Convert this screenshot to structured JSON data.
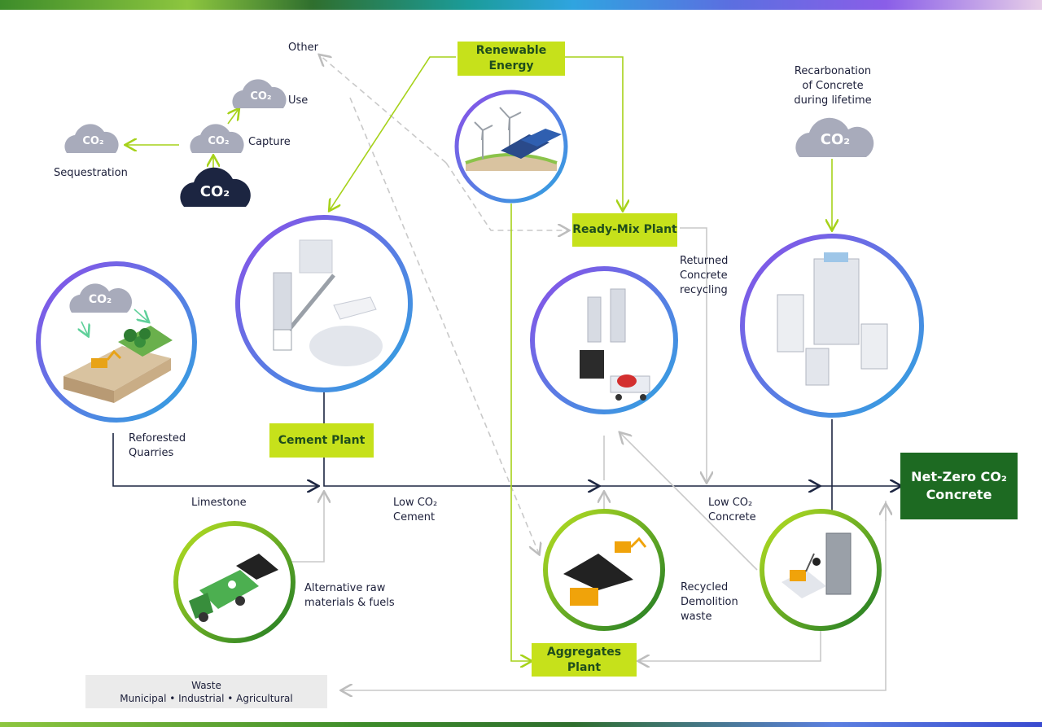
{
  "boxes": {
    "renewable_energy": "Renewable Energy",
    "cement_plant": "Cement Plant",
    "ready_mix_plant": "Ready-Mix Plant",
    "aggregates_plant": "Aggregates Plant",
    "net_zero": "Net-Zero CO₂ Concrete"
  },
  "labels": {
    "other": "Other",
    "use": "Use",
    "capture": "Capture",
    "sequestration": "Sequestration",
    "recarbonation": "Recarbonation of Concrete during lifetime",
    "reforested_quarries": "Reforested Quarries",
    "limestone": "Limestone",
    "low_co2_cement": "Low CO₂ Cement",
    "low_co2_concrete": "Low CO₂ Concrete",
    "returned_concrete": "Returned Concrete recycling",
    "alternative_raw": "Alternative raw materials & fuels",
    "recycled_demolition": "Recycled Demolition waste"
  },
  "clouds": {
    "co2": "CO₂"
  },
  "waste": {
    "title": "Waste",
    "items": "Municipal • Industrial • Agricultural"
  },
  "colors": {
    "lime": "#c6e11b",
    "dark_green": "#1d6a22",
    "navy": "#1c2541",
    "cloud_grey": "#a8abbb",
    "arrow_grey": "#c9c9c9",
    "purple": "#7b5ce6",
    "blue": "#2d9cdb"
  }
}
